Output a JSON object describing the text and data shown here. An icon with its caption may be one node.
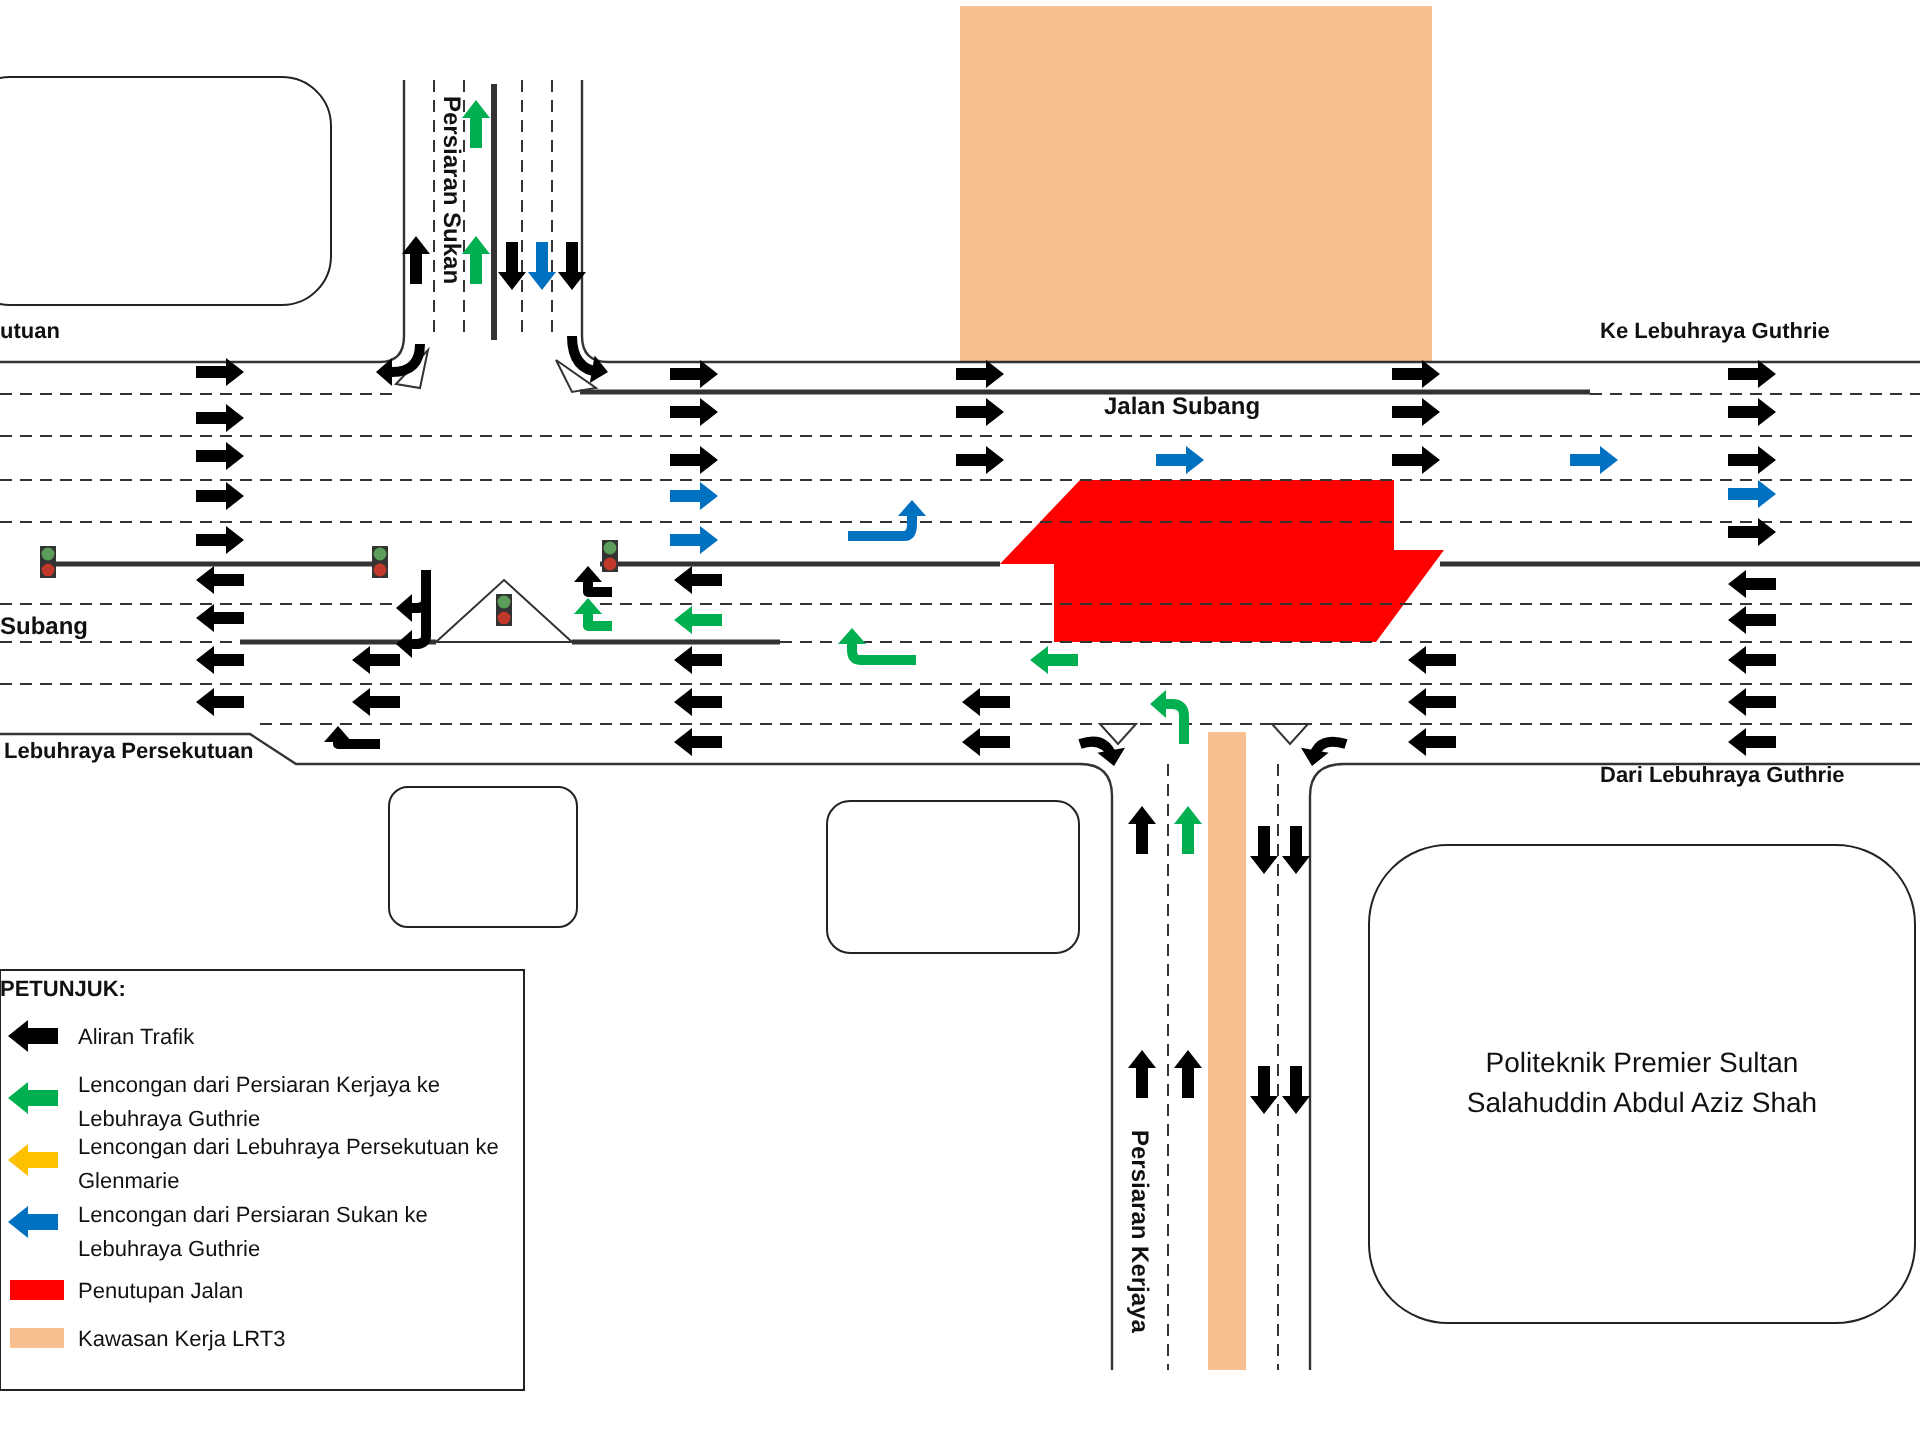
{
  "diagram": {
    "nodes": [
      {
        "text": [],
        "shape": "box"
      },
      {
        "text": [],
        "shape": "box"
      },
      {
        "text": [],
        "shape": "box"
      },
      {
        "text": [
          "Politeknik Premier Sultan Salahuddin Abdul Aziz Shah"
        ]
      }
    ],
    "labels": [
      "utuan",
      "Persiaran Sukan",
      "Ke Lebuhraya Guthrie",
      "Jalan Subang",
      "Subang",
      "Lebuhraya Persekutuan",
      "Dari Lebuhraya Guthrie",
      "Persiaran Kerjaya",
      "PETUNJUK:"
    ],
    "legend": [
      {
        "text": "Aliran Trafik",
        "color": "#000000"
      },
      {
        "text": "Lencongan dari Persiaran Kerjaya ke Lebuhraya Guthrie",
        "color": "#00b050"
      },
      {
        "text": "Lencongan dari Lebuhraya Persekutuan ke Glenmarie",
        "color": "#ffc000"
      },
      {
        "text": "Lencongan dari Persiaran Sukan ke Lebuhraya Guthrie",
        "color": "#0070c0"
      },
      {
        "text": "Penutupan Jalan",
        "color": "#ff0000"
      },
      {
        "text": "Kawasan Kerja LRT3",
        "color": "#f8c090"
      }
    ]
  }
}
